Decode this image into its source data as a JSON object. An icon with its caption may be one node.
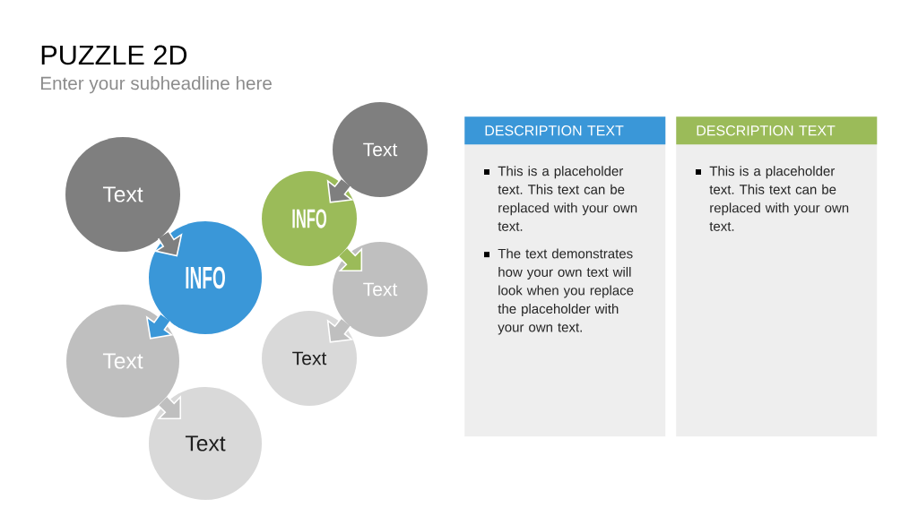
{
  "diagram": {
    "title": "PUZZLE 2D",
    "nodes": [
      {
        "text": [
          "Text"
        ]
      },
      {
        "text": [
          "INFO"
        ]
      },
      {
        "text": [
          "Text"
        ]
      },
      {
        "text": [
          "Text"
        ]
      },
      {
        "text": [
          "Text"
        ]
      },
      {
        "text": [
          "INFO"
        ]
      },
      {
        "text": [
          "Text"
        ]
      },
      {
        "text": [
          "Text"
        ]
      },
      {
        "text": [
          "DESCRIPTION TEXT",
          "This is a placeholder text. This text can be replaced with your own text.",
          "The text demonstrates how your own text will look when you replace the placeholder with your own text."
        ]
      },
      {
        "text": [
          "DESCRIPTION TEXT",
          "This is a placeholder text. This text can be replaced with your own text."
        ]
      }
    ],
    "edges": [
      {
        "from": 0,
        "to": 1,
        "arrow": "to",
        "color": "#7f7f7f"
      },
      {
        "from": 1,
        "to": 2,
        "arrow": "to",
        "color": "#3a97d8"
      },
      {
        "from": 2,
        "to": 3,
        "arrow": "to",
        "color": "#bfbfbf"
      },
      {
        "from": 4,
        "to": 5,
        "arrow": "to",
        "color": "#7f7f7f"
      },
      {
        "from": 5,
        "to": 6,
        "arrow": "to",
        "color": "#9bbb59"
      },
      {
        "from": 6,
        "to": 7,
        "arrow": "to",
        "color": "#bfbfbf"
      }
    ],
    "labels": [
      "Enter your subheadline here"
    ]
  }
}
